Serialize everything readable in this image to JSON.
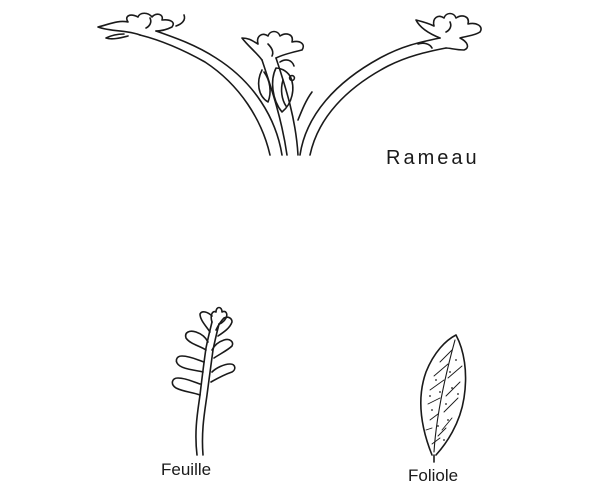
{
  "labels": {
    "rameau": "Rameau",
    "feuille": "Feuille",
    "foliole": "Foliole"
  },
  "colors": {
    "ink": "#1a1a1a",
    "background": "#ffffff"
  }
}
